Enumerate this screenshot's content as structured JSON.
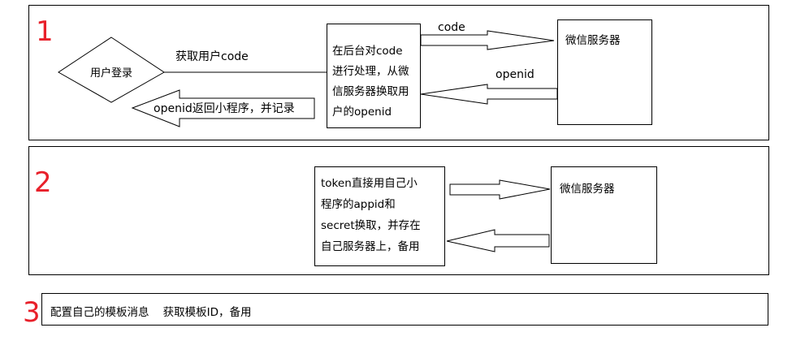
{
  "colors": {
    "section_number": "#e8202a",
    "line": "#000000",
    "background": "#ffffff"
  },
  "section1": {
    "number": "1",
    "user_login": "用户登录",
    "get_code": "获取用户code",
    "return_openid": "openid返回小程序，并记录",
    "backend_lines": [
      "在后台对code",
      "进行处理，从微",
      "信服务器换取用",
      "户的openid"
    ],
    "code_label": "code",
    "openid_label": "openid",
    "server_label": "微信服务器"
  },
  "section2": {
    "number": "2",
    "token_lines": [
      "token直接用自己小",
      "程序的appid和",
      "secret换取，并存在",
      "自己服务器上，备用"
    ],
    "server_label": "微信服务器"
  },
  "section3": {
    "number": "3",
    "text": "配置自己的模板消息    获取模板ID，备用"
  }
}
